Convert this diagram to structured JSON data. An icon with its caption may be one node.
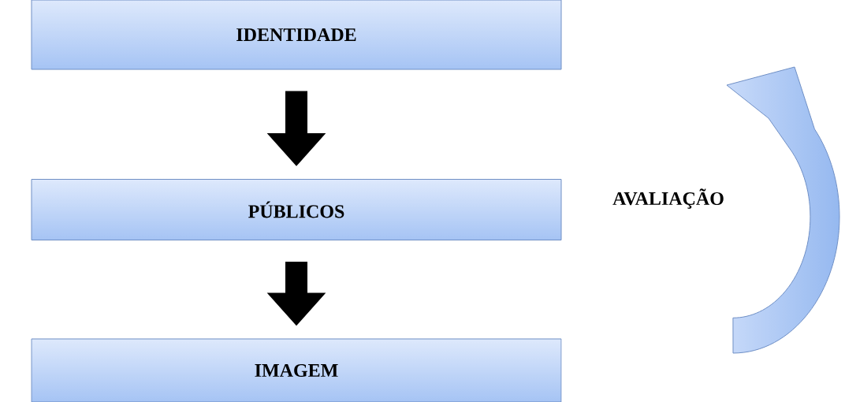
{
  "diagram": {
    "nodes": [
      {
        "text": [
          "IDENTIDADE"
        ]
      },
      {
        "text": [
          "PÚBLICOS"
        ]
      },
      {
        "text": [
          "IMAGEM"
        ]
      }
    ],
    "edges": [
      {
        "from": 0,
        "to": 1,
        "arrow": "to"
      },
      {
        "from": 1,
        "to": 2,
        "arrow": "to"
      }
    ],
    "labels": [
      "AVALIAÇÃO"
    ]
  }
}
